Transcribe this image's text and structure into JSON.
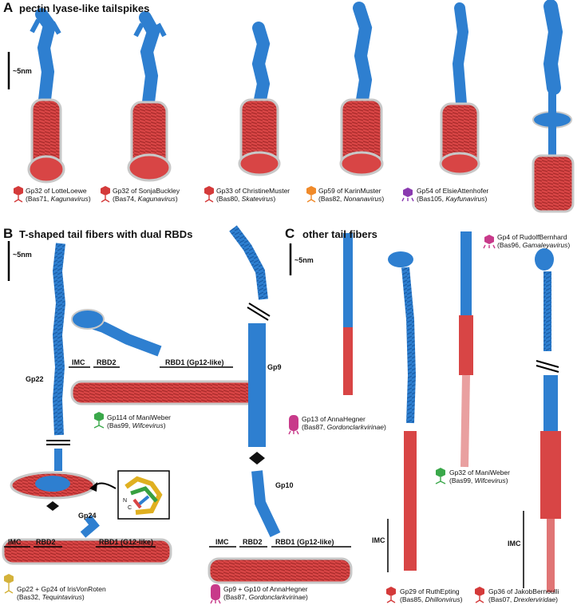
{
  "panelA": {
    "letter": "A",
    "title": "pectin lyase-like tailspikes",
    "scale": "~5nm",
    "captions": [
      {
        "l1": "Gp32 of LotteLoewe",
        "l2a": "(Bas71, ",
        "l2b": "Kagunavirus",
        "l2c": ")",
        "color": "#d43a3a"
      },
      {
        "l1": "Gp32 of SonjaBuckley",
        "l2a": "(Bas74, ",
        "l2b": "Kagunavirus",
        "l2c": ")",
        "color": "#d43a3a"
      },
      {
        "l1": "Gp33 of ChristineMuster",
        "l2a": "(Bas80, ",
        "l2b": "Skatevirus",
        "l2c": ")",
        "color": "#d43a3a"
      },
      {
        "l1": "Gp59 of KarinMuster",
        "l2a": "(Bas82, ",
        "l2b": "Nonanavirus",
        "l2c": ")",
        "color": "#f08a2a"
      },
      {
        "l1": "Gp54 of ElsieAttenhofer",
        "l2a": "(Bas105, ",
        "l2b": "Kayfunavirus",
        "l2c": ")",
        "color": "#8a3ab0"
      }
    ]
  },
  "panelB": {
    "letter": "B",
    "title": "T-shaped tail fibers with dual RBDs",
    "scale": "~5nm",
    "gp22": "Gp22",
    "gp24": "Gp24",
    "gp9": "Gp9",
    "gp10": "Gp10",
    "imc": "IMC",
    "rbd2": "RBD2",
    "rbd1_gp12": "RBD1 (Gp12-like)",
    "rbd1_g12": "RBD1 (G12-like)",
    "inset_n": "N",
    "inset_c": "C",
    "cap_gp114": {
      "l1": "Gp114 of ManiWeber",
      "l2a": "(Bas99, ",
      "l2b": "Wifcevirus",
      "l2c": ")",
      "color": "#3aa84a"
    },
    "cap_gp22": {
      "l1": "Gp22 + Gp24 of IrisVonRoten",
      "l2a": "(Bas32, ",
      "l2b": "Tequintavirus",
      "l2c": ")",
      "color": "#d4b23a"
    },
    "cap_gp9": {
      "l1": "Gp9 + Gp10 of AnnaHegner",
      "l2a": "(Bas87, ",
      "l2b": "Gordonclarkvirinae",
      "l2c": ")",
      "color": "#c83a8a"
    }
  },
  "panelC": {
    "letter": "C",
    "title": "other tail fibers",
    "scale": "~5nm",
    "imc": "IMC",
    "captions": {
      "gp13": {
        "l1": "Gp13 of AnnaHegner",
        "l2a": "(Bas87, ",
        "l2b": "Gordonclarkvirinae",
        "l2c": ")",
        "color": "#c83a8a"
      },
      "gp4": {
        "l1": "Gp4 of RudolfBernhard",
        "l2a": "(Bas96, ",
        "l2b": "Gamaleyavirus",
        "l2c": ")",
        "color": "#c83a8a"
      },
      "gp32": {
        "l1": "Gp32 of ManiWeber",
        "l2a": "(Bas99, ",
        "l2b": "Wifcevirus",
        "l2c": ")",
        "color": "#3aa84a"
      },
      "gp29": {
        "l1": "Gp29 of RuthEpting",
        "l2a": "(Bas85, ",
        "l2b": "Dhillonvirus",
        "l2c": ")",
        "color": "#d43a3a"
      },
      "gp36": {
        "l1": "Gp36 of JakobBernoulli",
        "l2a": "(Bas07, ",
        "l2b": "Drexlerviridae",
        "l2c": ")",
        "color": "#d43a3a"
      }
    }
  },
  "colors": {
    "blue": "#2e7fd0",
    "red": "#d84545",
    "lightblue": "#a9c9ea",
    "lightred": "#f0b3b3"
  }
}
